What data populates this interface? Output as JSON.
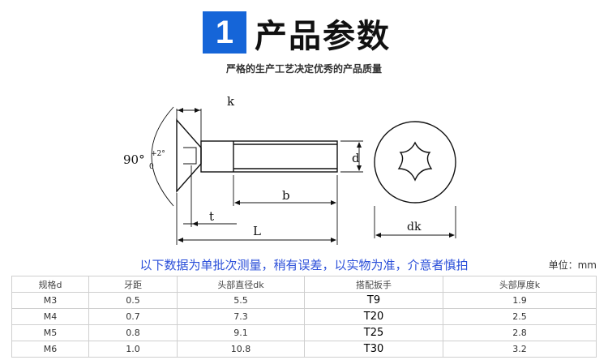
{
  "header": {
    "badge_number": "1",
    "title": "产品参数",
    "subtitle": "严格的生产工艺决定优秀的产品质量",
    "badge_color": "#1565d8"
  },
  "diagram": {
    "label_k": "k",
    "label_angle": "90°",
    "label_angle_tol_plus": "+2°",
    "label_angle_tol_zero": "0",
    "label_d": "d",
    "label_b": "b",
    "label_t": "t",
    "label_L": "L",
    "label_dk": "dk"
  },
  "table": {
    "notice": "以下数据为单批次测量，稍有误差，以实物为准，介意者慎拍",
    "unit": "单位：mm",
    "notice_color": "#2b4fd9",
    "headers": [
      "规格d",
      "牙距",
      "头部直径dk",
      "搭配扳手",
      "头部厚度k"
    ],
    "rows": [
      [
        "M3",
        "0.5",
        "5.5",
        "T9",
        "1.9"
      ],
      [
        "M4",
        "0.7",
        "7.3",
        "T20",
        "2.5"
      ],
      [
        "M5",
        "0.8",
        "9.1",
        "T25",
        "2.8"
      ],
      [
        "M6",
        "1.0",
        "10.8",
        "T30",
        "3.2"
      ]
    ]
  }
}
